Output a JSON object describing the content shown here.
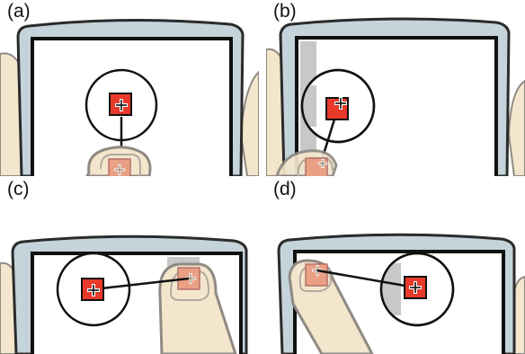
{
  "figure": {
    "panels": [
      {
        "label": "(a)"
      },
      {
        "label": "(b)"
      },
      {
        "label": "(c)"
      },
      {
        "label": "(d)"
      }
    ]
  },
  "colors": {
    "target_fill": "#e8392b",
    "target_shadow_fill": "#e9a084",
    "finger_fill": "#f3e6cc",
    "finger_outline": "#8f8a83",
    "device_frame": "#c5d3da",
    "screen_border": "#111111",
    "occluded_area": "#c8c8c8",
    "callout_outline": "#111111"
  },
  "icons": [
    "crosshair-icon"
  ]
}
